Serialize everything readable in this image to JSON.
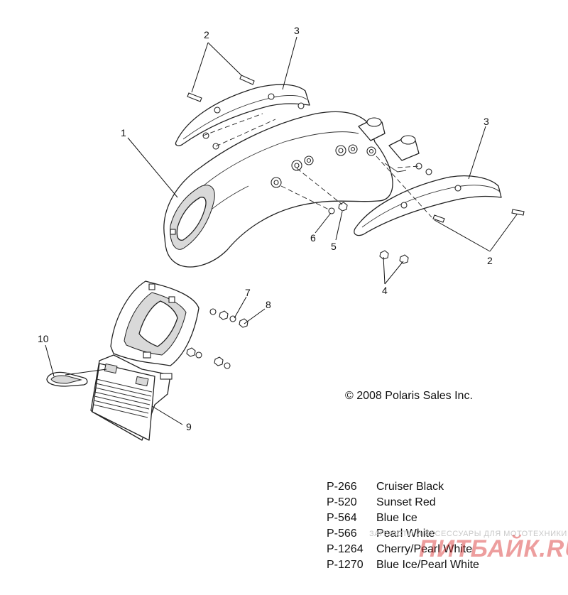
{
  "callouts": {
    "c1": "1",
    "c2a": "2",
    "c2b": "2",
    "c3a": "3",
    "c3b": "3",
    "c4": "4",
    "c5": "5",
    "c6": "6",
    "c7": "7",
    "c8": "8",
    "c9": "9",
    "c10": "10"
  },
  "copyright": "© 2008 Polaris Sales Inc.",
  "color_legend": [
    {
      "code": "P-266",
      "name": "Cruiser Black"
    },
    {
      "code": "P-520",
      "name": "Sunset Red"
    },
    {
      "code": "P-564",
      "name": "Blue Ice"
    },
    {
      "code": "P-566",
      "name": "Pearl White"
    },
    {
      "code": "P-1264",
      "name": "Cherry/Pearl White"
    },
    {
      "code": "P-1270",
      "name": "Blue Ice/Pearl White"
    }
  ],
  "watermark": {
    "tagline": "ЗАПЧАСТИ И АКСЕССУАРЫ ДЛЯ МОТОТЕХНИКИ",
    "brand": "ПИТБАЙК.RU"
  }
}
